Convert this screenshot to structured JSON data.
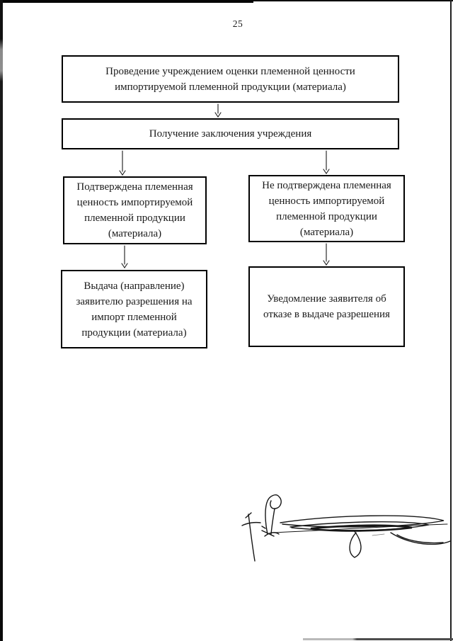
{
  "page": {
    "number": "25"
  },
  "flowchart": {
    "nodes": [
      {
        "id": "assessment",
        "text": "Проведение учреждением оценки племенной ценности импортируемой племенной продукции (материала)"
      },
      {
        "id": "conclusion",
        "text": "Получение заключения учреждения"
      },
      {
        "id": "confirmed",
        "text": "Подтверждена племенная ценность импортируемой племенной продукции (материала)"
      },
      {
        "id": "not-confirmed",
        "text": "Не подтверждена племенная ценность импортируемой племенной продукции (материала)"
      },
      {
        "id": "permit",
        "text": "Выдача (направление) заявителю разрешения на импорт племенной продукции (материала)"
      },
      {
        "id": "refusal",
        "text": "Уведомление заявителя об отказе в выдаче разрешения"
      }
    ],
    "edges": [
      {
        "from": "assessment",
        "to": "conclusion"
      },
      {
        "from": "conclusion",
        "to": "confirmed"
      },
      {
        "from": "conclusion",
        "to": "not-confirmed"
      },
      {
        "from": "confirmed",
        "to": "permit"
      },
      {
        "from": "not-confirmed",
        "to": "refusal"
      }
    ]
  },
  "colors": {
    "ink": "#1a1a1a",
    "paper": "#ffffff"
  }
}
